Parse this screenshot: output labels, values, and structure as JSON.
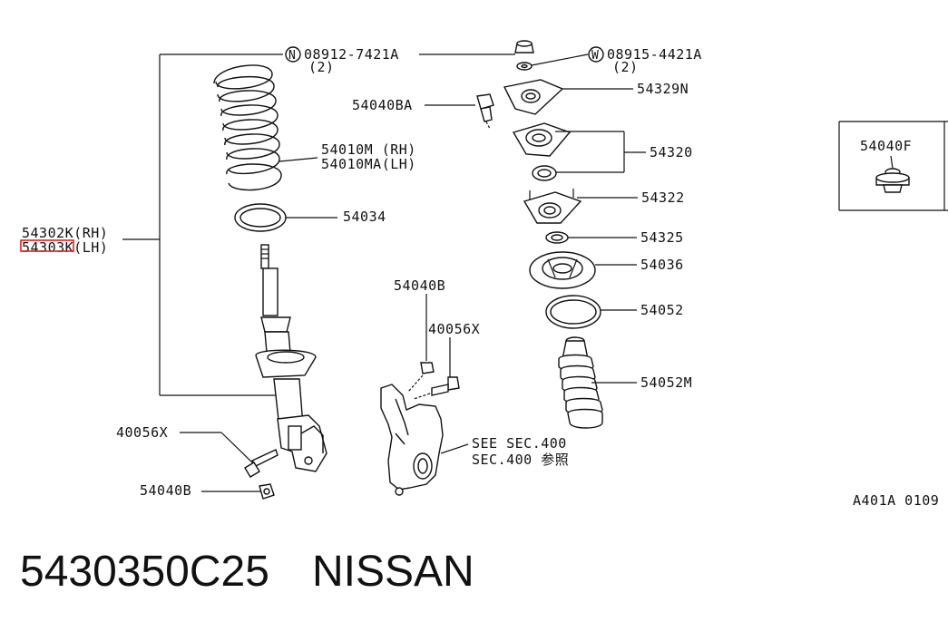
{
  "diagram": {
    "part_number_footer": "5430350C25",
    "brand_footer": "NISSAN",
    "figure_code": "A401A 0109",
    "assembly_label_rh": "54302K(RH)",
    "assembly_label_lh": "54303K(LH)",
    "nut_ref_symbol": "N",
    "nut_ref_number": "08912-7421A",
    "nut_ref_qty": "(2)",
    "washer_ref_symbol": "W",
    "washer_ref_number": "08915-4421A",
    "washer_ref_qty": "(2)",
    "bolt_label_top": "54040BA",
    "spring_rh": "54010M (RH)",
    "spring_lh": "54010MA(LH)",
    "spring_seat": "54034",
    "mount_cap": "54329N",
    "mount_assembly": "54320",
    "mount_insulator": "54322",
    "bearing": "54325",
    "upper_seat": "54036",
    "rubber_seat": "54052",
    "bound_bumper": "54052M",
    "bolt_left_x": "40056X",
    "nut_left_b": "54040B",
    "knuckle_nut_b": "54040B",
    "knuckle_bolt_x": "40056X",
    "see_sec_line1": "SEE SEC.400",
    "see_sec_line2": "SEC.400 参照",
    "inset_part": "54040F"
  }
}
